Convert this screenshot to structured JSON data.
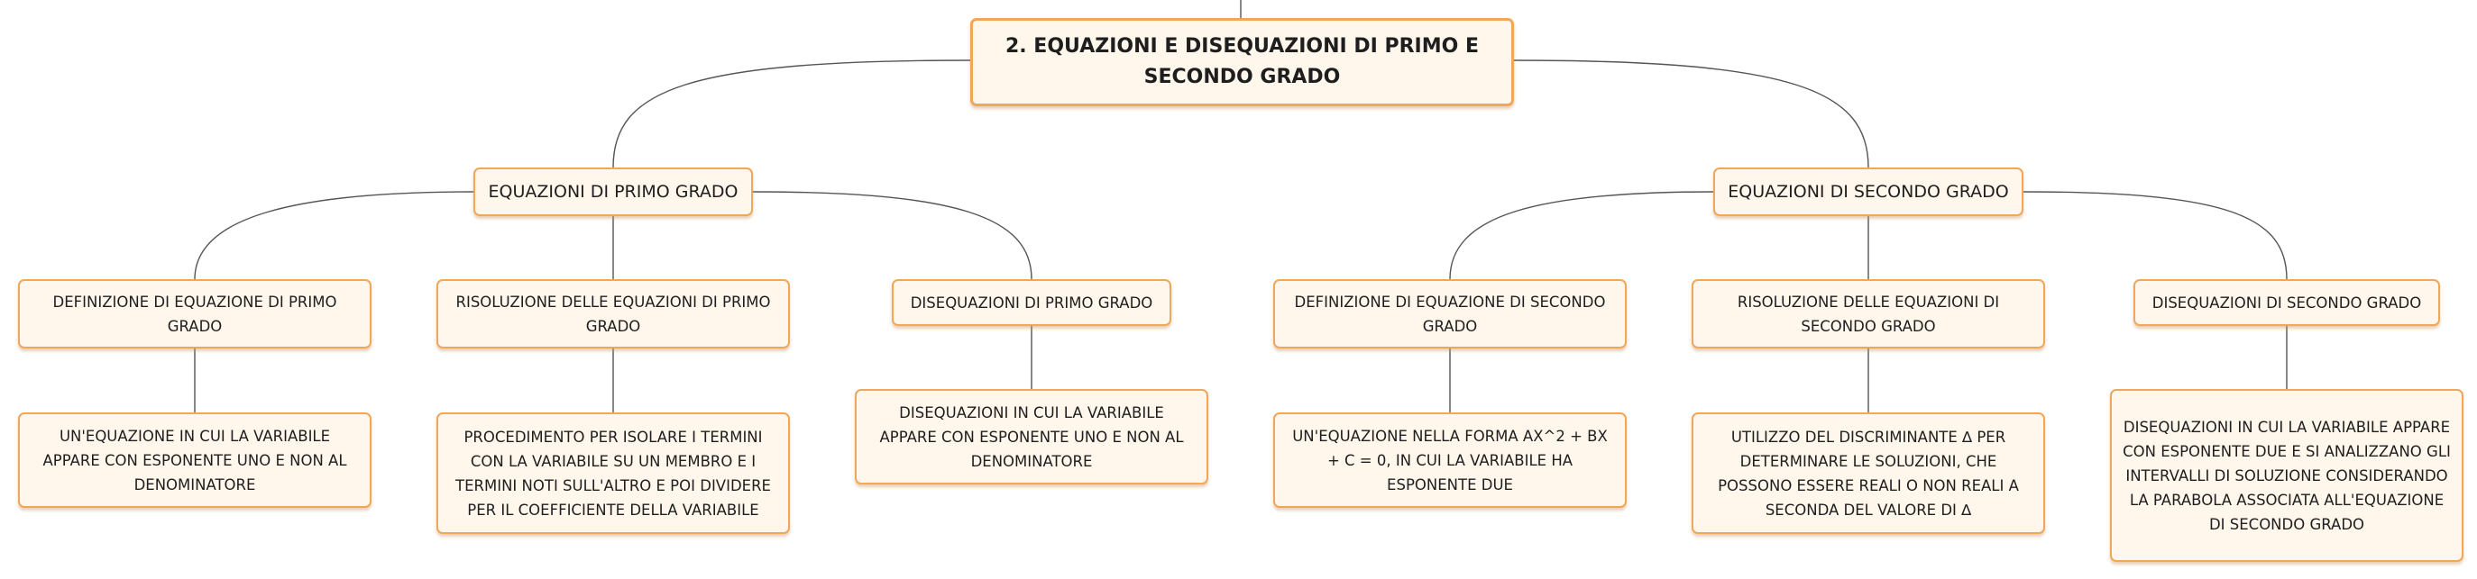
{
  "root": {
    "label": "2. EQUAZIONI E DISEQUAZIONI DI PRIMO E SECONDO GRADO"
  },
  "branches": [
    {
      "label": "EQUAZIONI DI PRIMO GRADO",
      "topics": [
        {
          "label": "DEFINIZIONE DI EQUAZIONE DI PRIMO GRADO",
          "detail": "UN'EQUAZIONE IN CUI LA VARIABILE APPARE CON ESPONENTE UNO E NON AL DENOMINATORE"
        },
        {
          "label": "RISOLUZIONE DELLE EQUAZIONI DI PRIMO GRADO",
          "detail": "PROCEDIMENTO PER ISOLARE I TERMINI CON LA VARIABILE SU UN MEMBRO E I TERMINI NOTI SULL'ALTRO E POI DIVIDERE PER IL COEFFICIENTE DELLA VARIABILE"
        },
        {
          "label": "DISEQUAZIONI DI PRIMO GRADO",
          "detail": "DISEQUAZIONI IN CUI LA VARIABILE APPARE CON ESPONENTE UNO E NON AL DENOMINATORE"
        }
      ]
    },
    {
      "label": "EQUAZIONI DI SECONDO GRADO",
      "topics": [
        {
          "label": "DEFINIZIONE DI EQUAZIONE DI SECONDO GRADO",
          "detail": "UN'EQUAZIONE NELLA FORMA AX^2 + BX + C = 0, IN CUI LA VARIABILE HA ESPONENTE DUE"
        },
        {
          "label": "RISOLUZIONE DELLE EQUAZIONI DI SECONDO GRADO",
          "detail": "UTILIZZO DEL DISCRIMINANTE ∆ PER DETERMINARE LE SOLUZIONI, CHE POSSONO ESSERE REALI O NON REALI A SECONDA DEL VALORE DI ∆"
        },
        {
          "label": "DISEQUAZIONI DI SECONDO GRADO",
          "detail": "DISEQUAZIONI IN CUI LA VARIABILE APPARE CON ESPONENTE DUE E SI ANALIZZANO GLI INTERVALLI DI SOLUZIONE CONSIDERANDO LA PARABOLA ASSOCIATA ALL'EQUAZIONE DI SECONDO GRADO"
        }
      ]
    }
  ],
  "colors": {
    "node_fill": "#fff6ec",
    "node_border": "#f0a75a",
    "connector": "#555555"
  }
}
